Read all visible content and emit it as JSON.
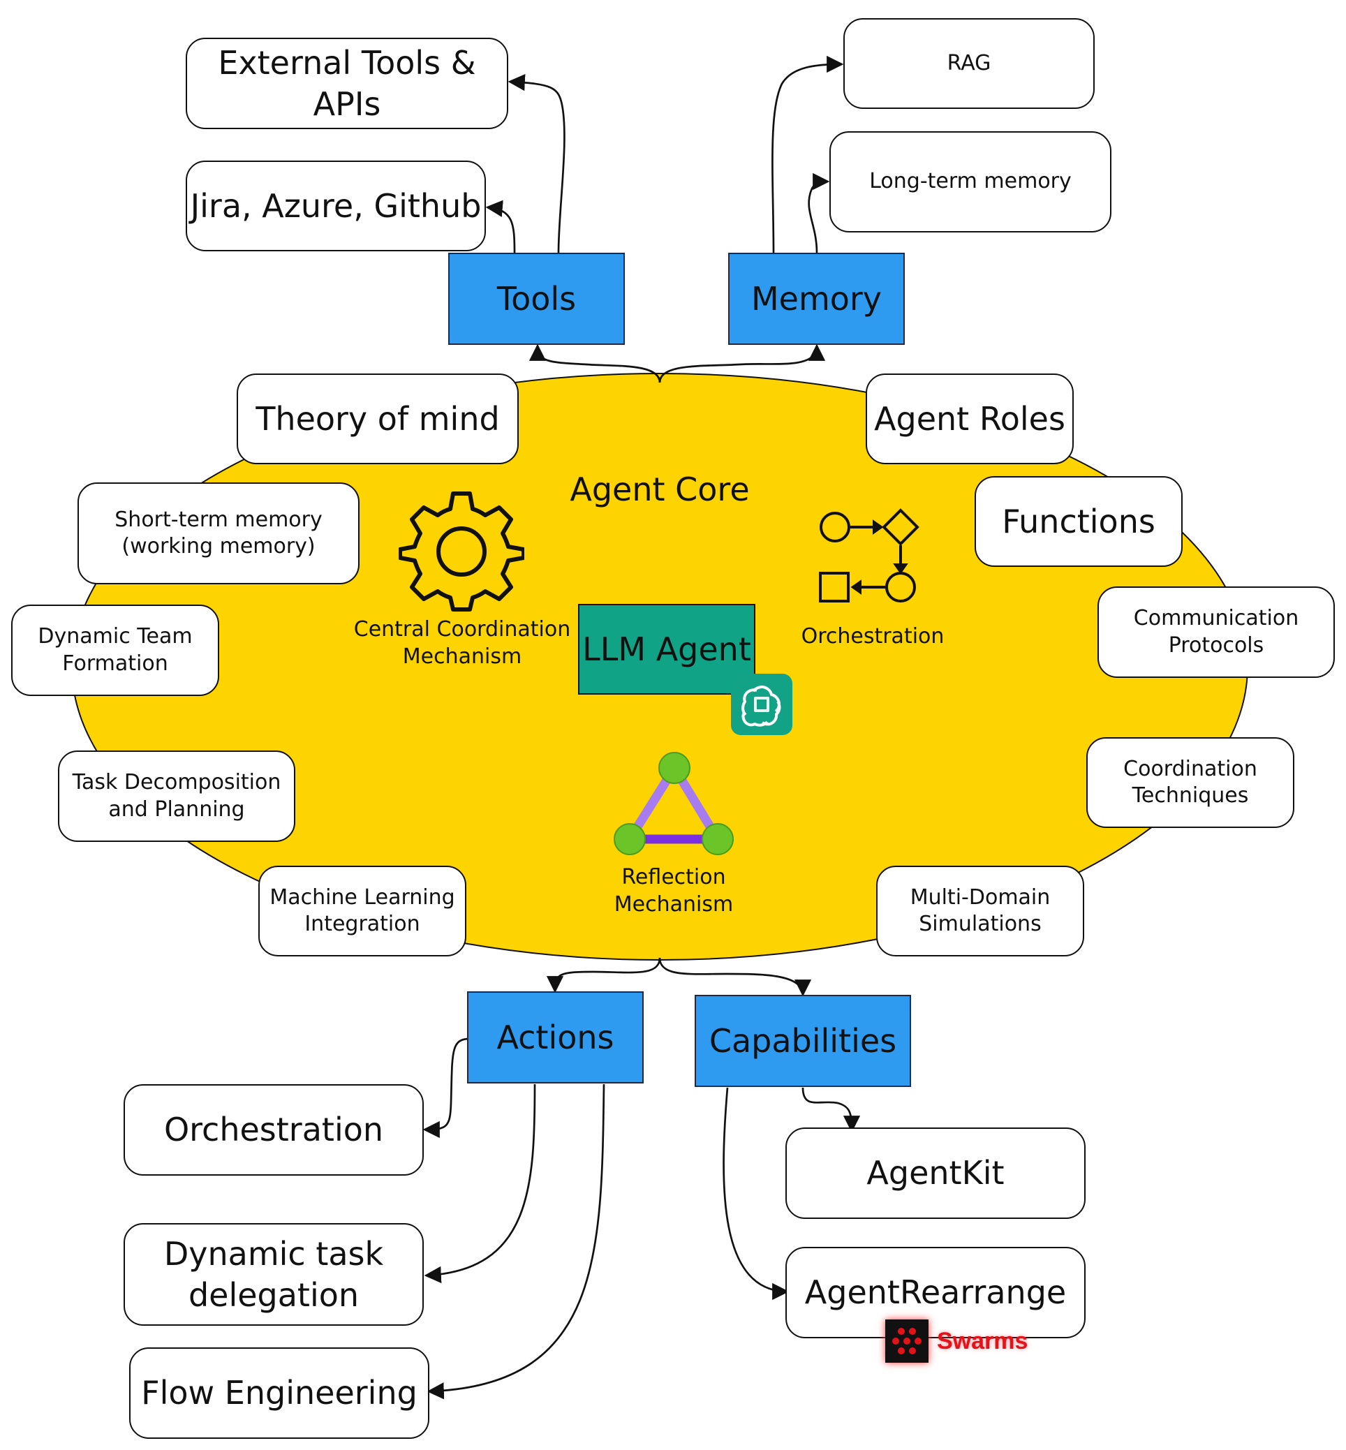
{
  "center": {
    "title": "Agent Core",
    "llm_agent": "LLM Agent"
  },
  "core_items": {
    "central_coordination": [
      "Central Coordination",
      "Mechanism"
    ],
    "orchestration_icon_label": "Orchestration",
    "reflection": [
      "Reflection",
      "Mechanism"
    ]
  },
  "branches": {
    "tools": {
      "label": "Tools",
      "children": [
        [
          "External Tools &",
          "APIs"
        ],
        [
          "Jira, Azure, Github"
        ]
      ]
    },
    "memory": {
      "label": "Memory",
      "children": [
        "RAG",
        "Long-term memory"
      ]
    },
    "actions": {
      "label": "Actions",
      "children": [
        [
          "Orchestration"
        ],
        [
          "Dynamic task",
          "delegation"
        ],
        [
          "Flow Engineering"
        ]
      ]
    },
    "capabilities": {
      "label": "Capabilities",
      "children": [
        "AgentKit",
        "AgentRearrange"
      ]
    }
  },
  "ring_nodes": {
    "theory_of_mind": [
      "Theory of mind"
    ],
    "agent_roles": [
      "Agent Roles"
    ],
    "functions": [
      "Functions"
    ],
    "short_term_memory": [
      "Short-term memory",
      "(working memory)"
    ],
    "dynamic_team": [
      "Dynamic Team",
      "Formation"
    ],
    "task_decomposition": [
      "Task Decomposition",
      "and Planning"
    ],
    "ml_integration": [
      "Machine Learning",
      "Integration"
    ],
    "communication": [
      "Communication",
      "Protocols"
    ],
    "coordination": [
      "Coordination",
      "Techniques"
    ],
    "multi_domain": [
      "Multi-Domain",
      "Simulations"
    ]
  },
  "badges": {
    "swarms": "Swarms"
  },
  "colors": {
    "core": "#fdd300",
    "branch_blue": "#2f9bf0",
    "llm_green": "#11a386",
    "swarms_red": "#e3121b"
  },
  "icons": [
    "gear-icon",
    "flowchart-icon",
    "triangle-nodes-icon",
    "openai-icon",
    "swarms-icon"
  ]
}
